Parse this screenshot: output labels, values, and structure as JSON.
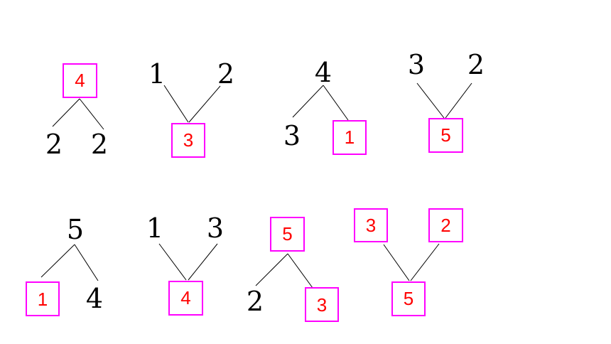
{
  "colors": {
    "box_border": "#ff00ff",
    "box_text": "#ff0000",
    "plain_text": "#000000",
    "lines": "#000000",
    "background": "#ffffff"
  },
  "trees": [
    {
      "top": "4",
      "left": "2",
      "right": "2"
    },
    {
      "left": "1",
      "right": "2",
      "bottom": "3"
    },
    {
      "top": "4",
      "left": "3",
      "right": "1"
    },
    {
      "left": "3",
      "right": "2",
      "bottom": "5"
    },
    {
      "top": "5",
      "left": "1",
      "right": "4"
    },
    {
      "left": "1",
      "right": "3",
      "bottom": "4"
    },
    {
      "top": "5",
      "left": "2",
      "right": "3"
    },
    {
      "left": "3",
      "right": "2",
      "bottom": "5"
    }
  ]
}
